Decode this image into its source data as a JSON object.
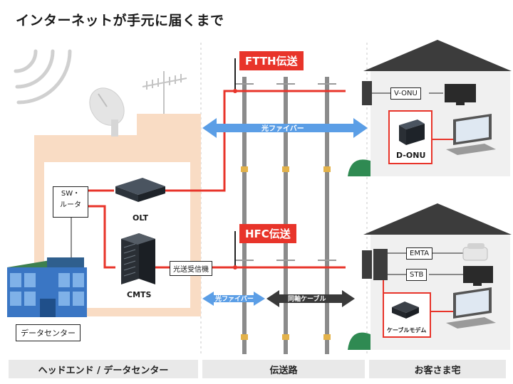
{
  "title": "インターネットが手元に届くまで",
  "headend": {
    "sw_router_line1": "SW・",
    "sw_router_line2": "ルータ",
    "olt": "OLT",
    "cmts": "CMTS",
    "optical_receiver": "光送受信機",
    "datacenter_badge": "データセンター"
  },
  "ftth": {
    "tag": "FTTH伝送",
    "fiber_label": "光ファイバー"
  },
  "hfc": {
    "tag": "HFC伝送",
    "fiber_label": "光ファイバー",
    "coax_label": "同軸ケーブル"
  },
  "house_ftth": {
    "v_onu": "V-ONU",
    "d_onu": "D-ONU"
  },
  "house_hfc": {
    "emta": "EMTA",
    "stb": "STB",
    "cable_modem": "ケーブルモデム"
  },
  "footer": {
    "headend": "ヘッドエンド / データセンター",
    "transmission": "伝送路",
    "customer": "お客さま宅"
  },
  "colors": {
    "signal_red": "#e8342a",
    "fiber_blue": "#5b9ee6",
    "coax_dark": "#3a3a3a",
    "peach": "#f9dcc4",
    "roof": "#3c3c3c"
  }
}
